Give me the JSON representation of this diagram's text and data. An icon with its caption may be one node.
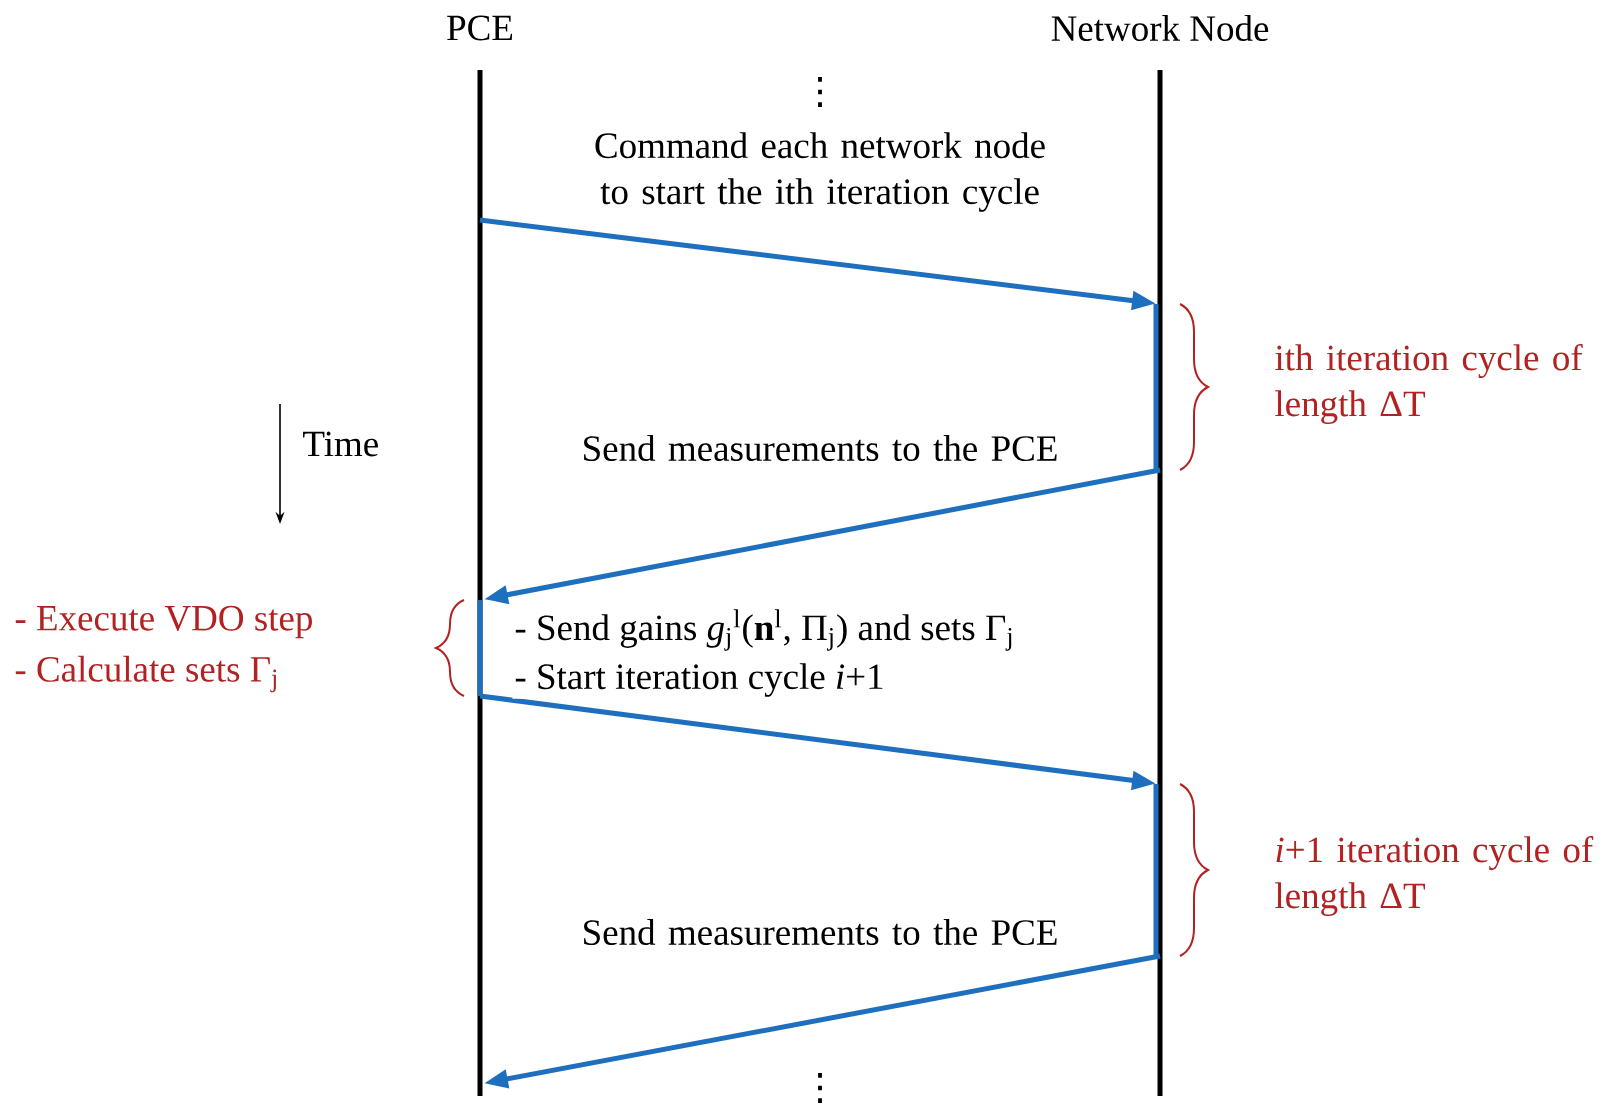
{
  "diagram": {
    "nodes": [
      {
        "text": [
          "PCE"
        ]
      },
      {
        "text": [
          "Network Node"
        ]
      }
    ],
    "edges": [
      {
        "from": 0,
        "to": 1,
        "arrow": "to",
        "label": "Command each network node to start the ith iteration cycle"
      },
      {
        "from": 1,
        "to": 0,
        "arrow": "to",
        "label": "Send measurements to the PCE"
      },
      {
        "from": 0,
        "to": 1,
        "arrow": "to",
        "label": "- Send gains *g*$_{j}$$^{l}$(**n**$^{l}$, Π$_{j}$) and sets Γ$_{j}$"
      },
      {
        "from": 1,
        "to": 0,
        "arrow": "to",
        "label": "Send measurements to the PCE"
      }
    ],
    "labels": [
      "⋮",
      "ith iteration cycle of length ΔT",
      "Time",
      "- Execute VDO step",
      "- Calculate sets Γ$_{j}$",
      "- Start iteration cycle *i*+1",
      "*i*+1 iteration cycle of length ΔT",
      "⋮"
    ]
  }
}
